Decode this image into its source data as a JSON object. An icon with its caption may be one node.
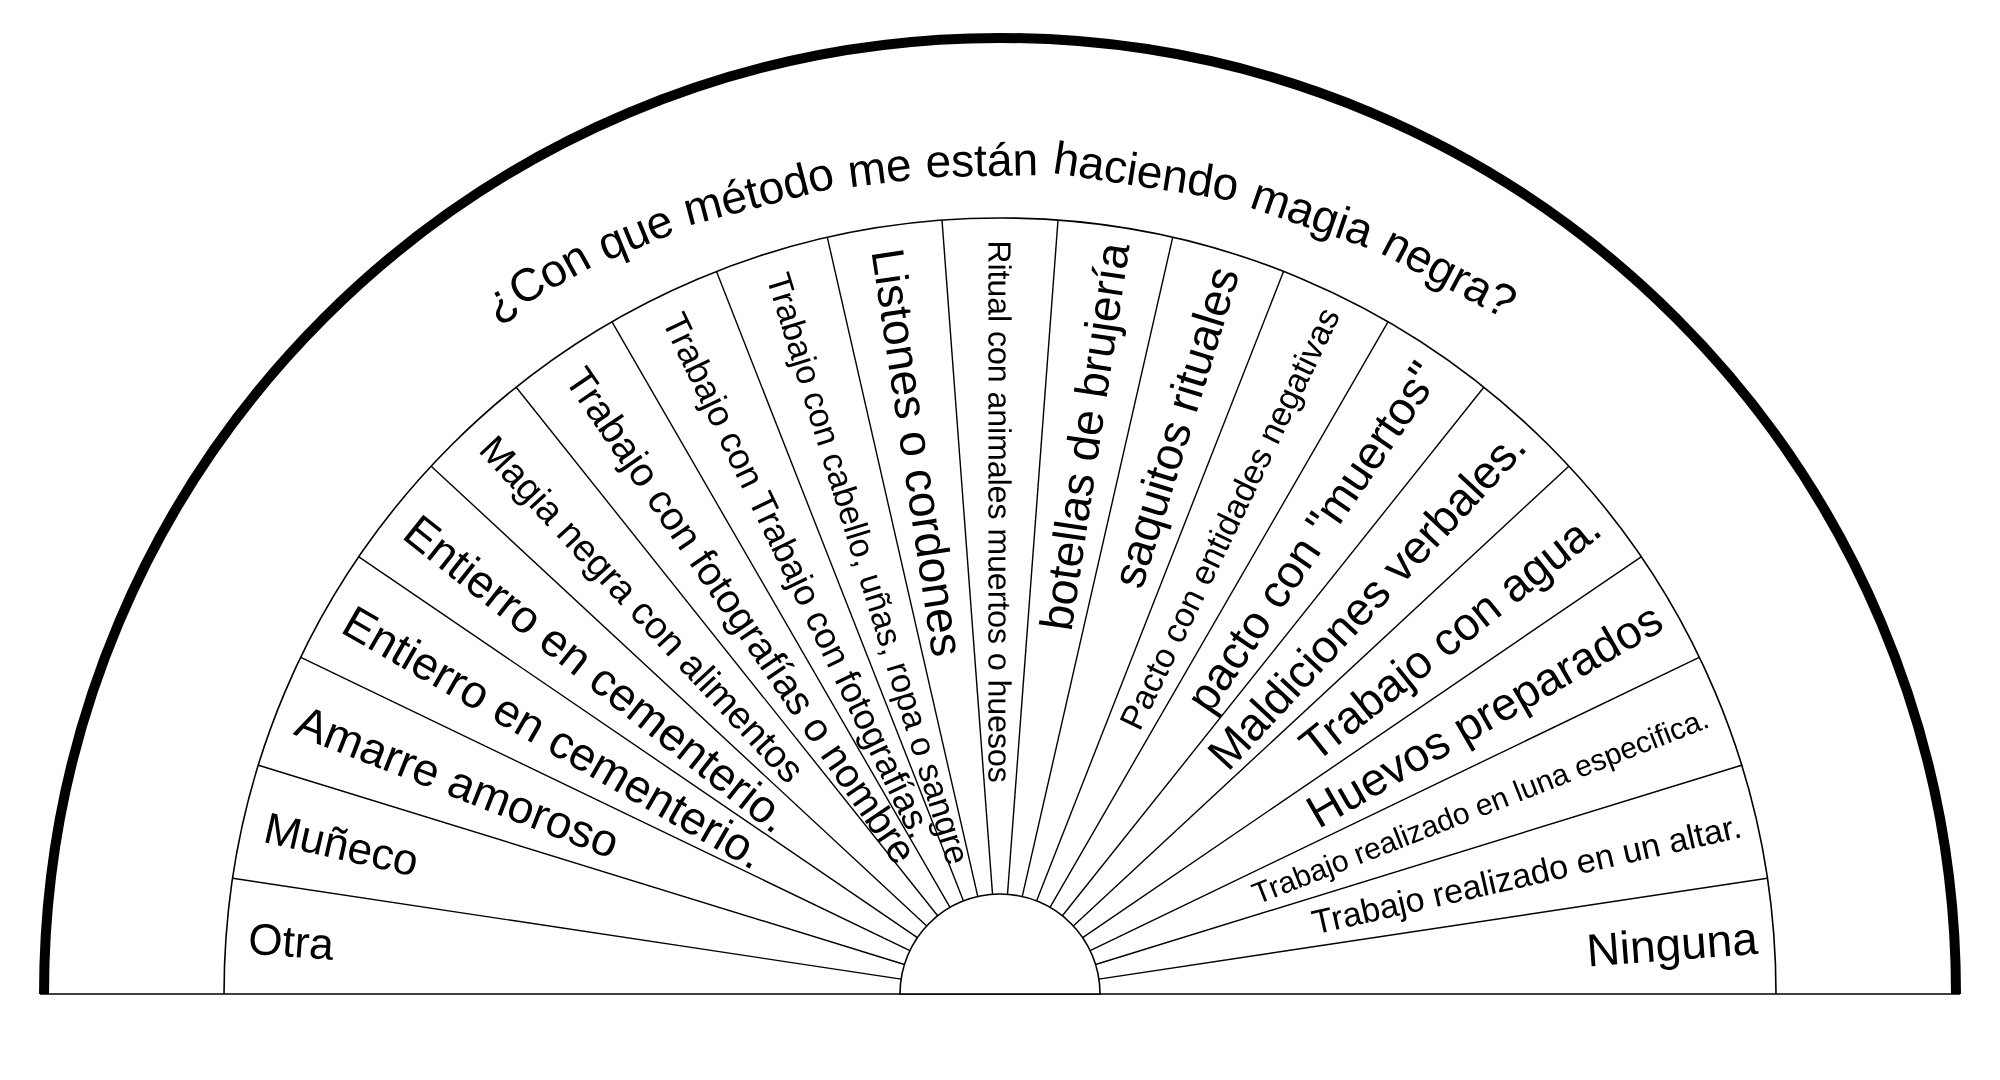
{
  "diagram": {
    "title": "¿Con que método me están haciendo magia negra?",
    "nodes": [
      {
        "text": [
          "Otra"
        ]
      },
      {
        "text": [
          "Muñeco"
        ]
      },
      {
        "text": [
          "Amarre amoroso"
        ]
      },
      {
        "text": [
          "Entierro en cementerio."
        ]
      },
      {
        "text": [
          "Entierro en cementerio."
        ]
      },
      {
        "text": [
          "Magia negra con alimentos"
        ]
      },
      {
        "text": [
          "Trabajo con fotografías o nombre"
        ]
      },
      {
        "text": [
          "Trabajo con Trabajo con fotografías."
        ]
      },
      {
        "text": [
          "Trabajo con cabello, uñas, ropa o sangre"
        ]
      },
      {
        "text": [
          "Listones o cordones"
        ]
      },
      {
        "text": [
          "Ritual con animales muertos o huesos"
        ]
      },
      {
        "text": [
          "botellas de brujería"
        ]
      },
      {
        "text": [
          "saquitos rituales"
        ]
      },
      {
        "text": [
          "Pacto con entidades negativas"
        ]
      },
      {
        "text": [
          "pacto con \"muertos\""
        ]
      },
      {
        "text": [
          "Maldiciones verbales."
        ]
      },
      {
        "text": [
          "Trabajo con agua."
        ]
      },
      {
        "text": [
          "Huevos preparados"
        ]
      },
      {
        "text": [
          "Trabajo realizado en luna especifica."
        ]
      },
      {
        "text": [
          "Trabajo realizado en un altar."
        ]
      },
      {
        "text": [
          "Ninguna"
        ]
      },
      {
        "text": [],
        "shape": "semicircle"
      }
    ]
  }
}
